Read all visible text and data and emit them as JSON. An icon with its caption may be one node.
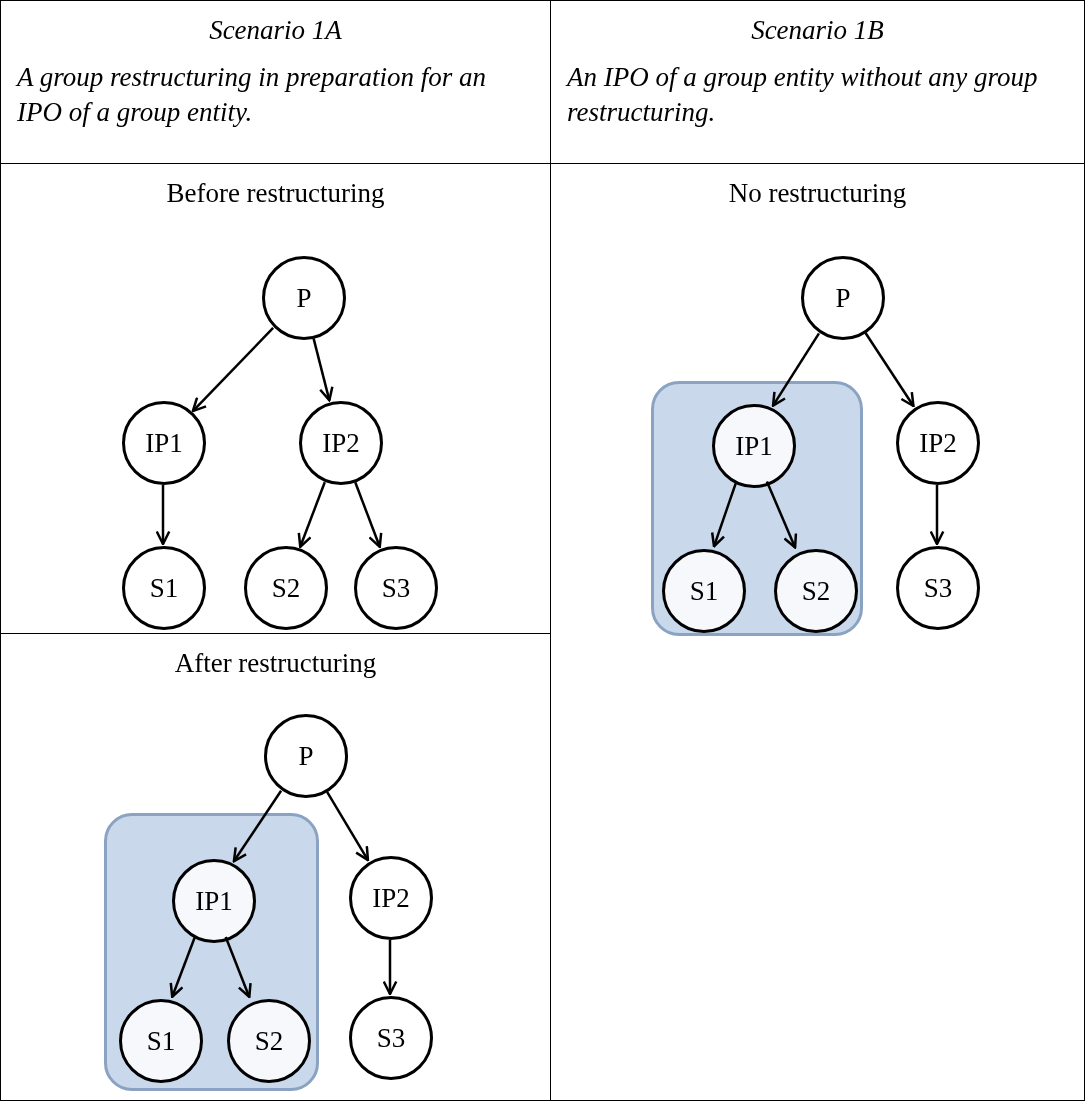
{
  "diagram": {
    "nodes": [
      {
        "text": [
          "Scenario 1A",
          "A group restructuring in preparation for an IPO of a group entity."
        ]
      },
      {
        "text": [
          "Scenario 1B",
          "An IPO of a group entity without any group restructuring."
        ]
      },
      {
        "text": [
          "Before restructuring"
        ]
      },
      {
        "text": [
          "P"
        ],
        "in": 2
      },
      {
        "text": [
          "IP1"
        ],
        "in": 2
      },
      {
        "text": [
          "IP2"
        ],
        "in": 2
      },
      {
        "text": [
          "S1"
        ],
        "in": 2
      },
      {
        "text": [
          "S2"
        ],
        "in": 2
      },
      {
        "text": [
          "S3"
        ],
        "in": 2
      },
      {
        "text": [
          "No restructuring"
        ]
      },
      {
        "text": [
          "P"
        ],
        "in": 9
      },
      {
        "text": [],
        "shape": "box",
        "in": 9
      },
      {
        "text": [
          "IP1"
        ],
        "in": 11
      },
      {
        "text": [
          "IP2"
        ],
        "in": 9
      },
      {
        "text": [
          "S1"
        ],
        "in": 11
      },
      {
        "text": [
          "S2"
        ],
        "in": 11
      },
      {
        "text": [
          "S3"
        ],
        "in": 9
      },
      {
        "text": [
          "After restructuring"
        ]
      },
      {
        "text": [
          "P"
        ],
        "in": 17
      },
      {
        "text": [],
        "shape": "box",
        "in": 17
      },
      {
        "text": [
          "IP1"
        ],
        "in": 19
      },
      {
        "text": [
          "IP2"
        ],
        "in": 17
      },
      {
        "text": [
          "S1"
        ],
        "in": 19
      },
      {
        "text": [
          "S2"
        ],
        "in": 19
      },
      {
        "text": [
          "S3"
        ],
        "in": 17
      }
    ],
    "edges": [
      {
        "from": 3,
        "to": 4,
        "arrow": "to"
      },
      {
        "from": 3,
        "to": 5,
        "arrow": "to"
      },
      {
        "from": 4,
        "to": 6,
        "arrow": "to"
      },
      {
        "from": 5,
        "to": 7,
        "arrow": "to"
      },
      {
        "from": 5,
        "to": 8,
        "arrow": "to"
      },
      {
        "from": 10,
        "to": 12,
        "arrow": "to"
      },
      {
        "from": 10,
        "to": 13,
        "arrow": "to"
      },
      {
        "from": 12,
        "to": 14,
        "arrow": "to"
      },
      {
        "from": 12,
        "to": 15,
        "arrow": "to"
      },
      {
        "from": 13,
        "to": 16,
        "arrow": "to"
      },
      {
        "from": 18,
        "to": 20,
        "arrow": "to"
      },
      {
        "from": 18,
        "to": 21,
        "arrow": "to"
      },
      {
        "from": 20,
        "to": 22,
        "arrow": "to"
      },
      {
        "from": 20,
        "to": 23,
        "arrow": "to"
      },
      {
        "from": 21,
        "to": 24,
        "arrow": "to"
      }
    ]
  }
}
